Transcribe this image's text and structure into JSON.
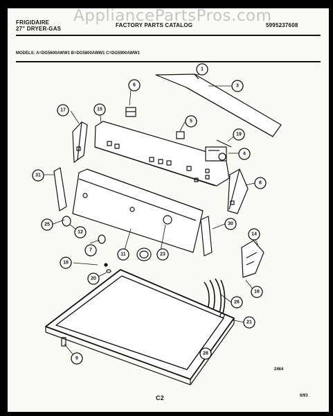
{
  "watermark": "AppliancePartsPros.com",
  "header": {
    "brand": "FRIGIDAIRE",
    "product": "27\" DRYER-GAS",
    "catalog": "FACTORY PARTS CATALOG",
    "doc_number": "5995237608"
  },
  "models_line": "MODELS:  A=DG5600AWW1    B=DG5800AWW1    C=DG5900AWW1",
  "callouts": [
    "1",
    "3",
    "6",
    "5",
    "17",
    "15",
    "19",
    "4",
    "31",
    "8",
    "25",
    "12",
    "30",
    "14",
    "7",
    "11",
    "23",
    "18",
    "20",
    "16",
    "26",
    "21",
    "9",
    "28"
  ],
  "footer": {
    "drawing_code": "2464",
    "page": "C2",
    "date": "6/93"
  }
}
